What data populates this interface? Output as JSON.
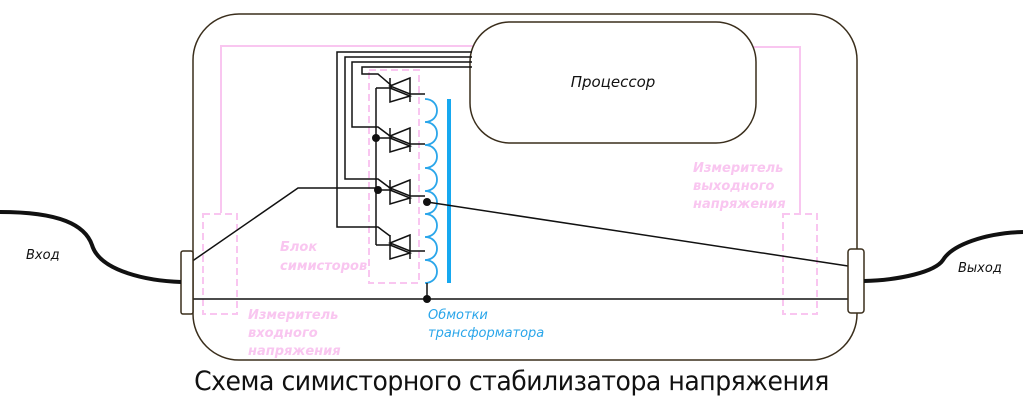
{
  "title": "Схема симисторного стабилизатора напряжения",
  "labels": {
    "input": "Вход",
    "output": "Выход",
    "processor": "Процессор",
    "triac_block": [
      "Блок",
      "симисторов"
    ],
    "input_meter": [
      "Измеритель",
      "входного",
      "напряжения"
    ],
    "output_meter": [
      "Измеритель",
      "выходного",
      "напряжения"
    ],
    "transformer_windings": [
      "Обмотки",
      "трансформатора"
    ]
  },
  "colors": {
    "wire": "#111111",
    "outline": "#3a2e1c",
    "meter_pink": "#f9c6f0",
    "winding_blue": "#2aa6ea",
    "core_blue": "#16a8f0"
  },
  "components": {
    "triac_count": 4,
    "coil_turns": 8
  }
}
